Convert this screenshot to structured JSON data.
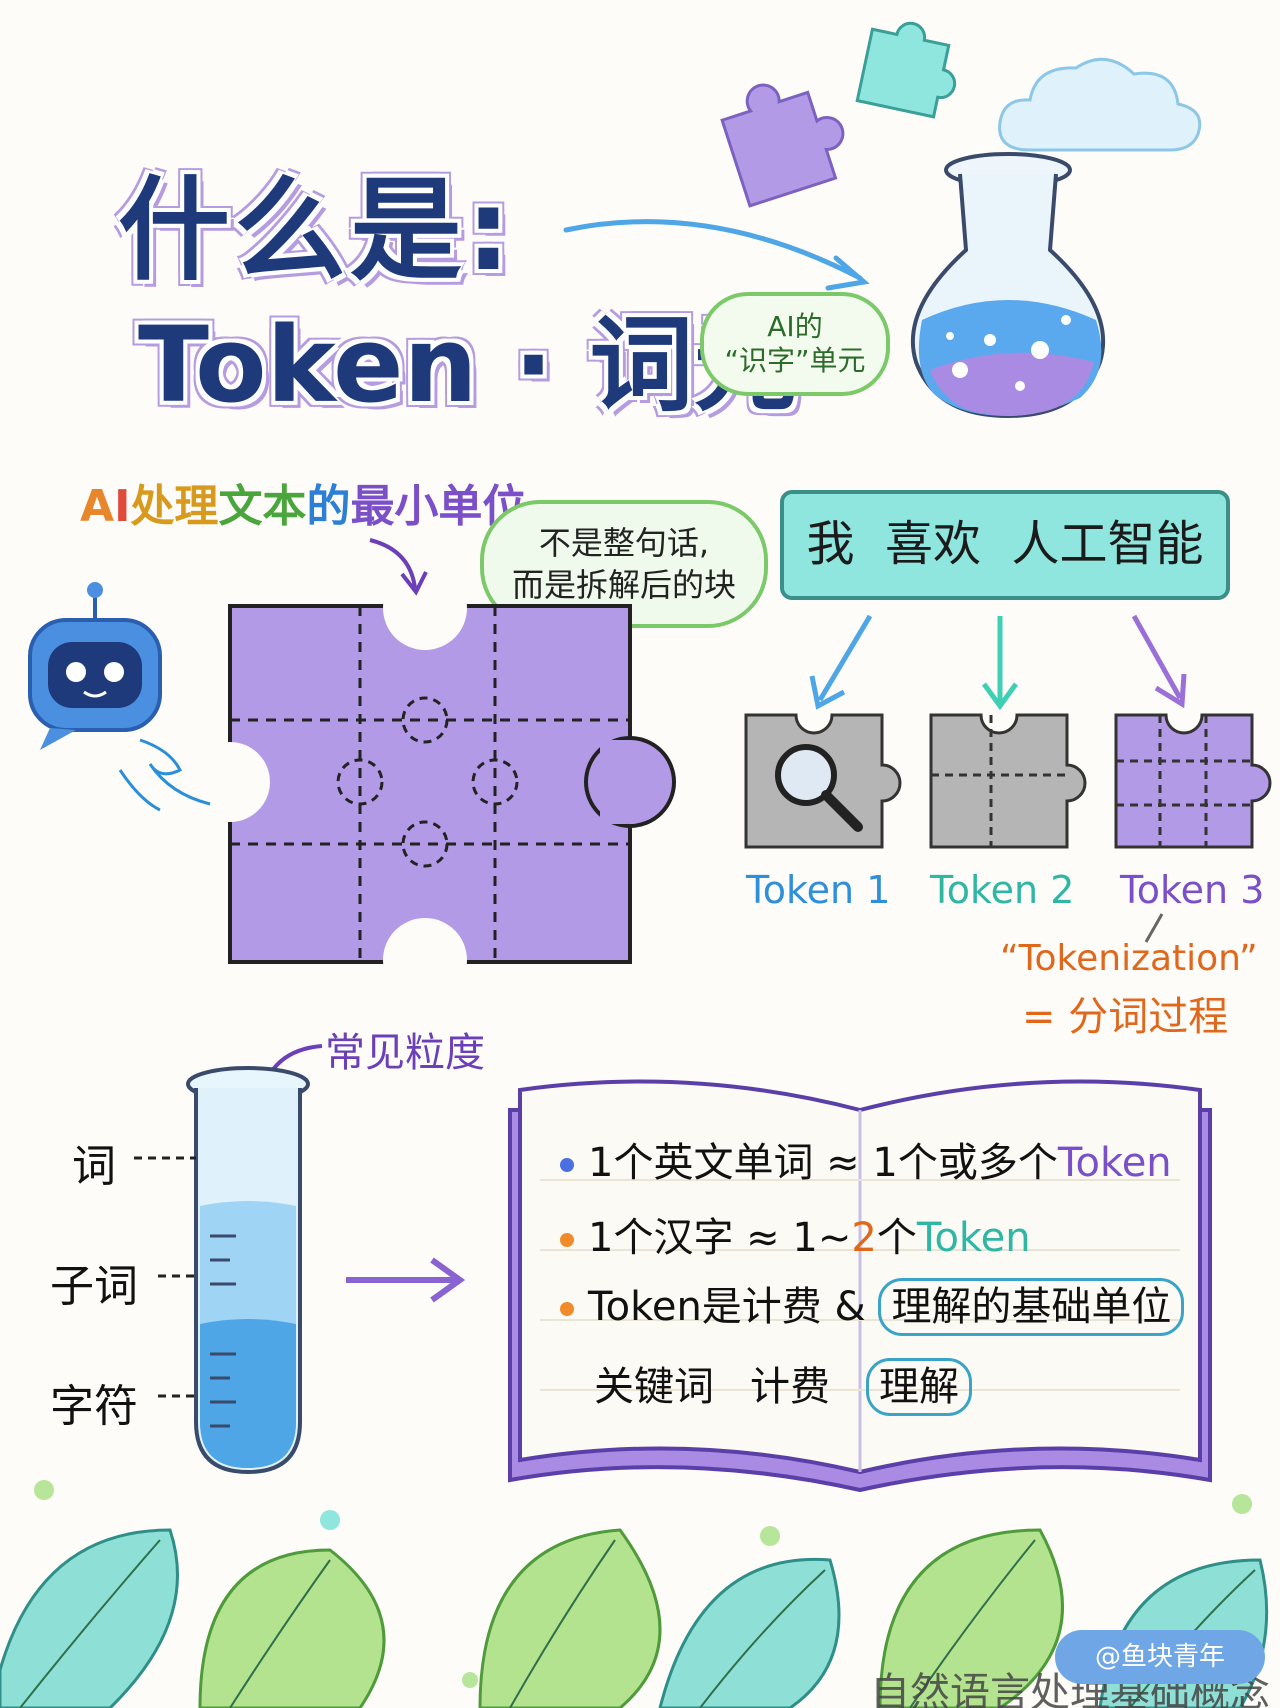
{
  "title": {
    "line1": "什么是:",
    "line2": "Token · 词元"
  },
  "badge_ai": {
    "line1": "AI的",
    "line2": "“识字”单元"
  },
  "min_unit": {
    "p1": "A",
    "p2": "I",
    "p3": "处理",
    "p4": "文本",
    "p5": "的",
    "p6": "最小单位"
  },
  "bubble_not_sentence": {
    "line1": "不是整句话,",
    "line2": "而是拆解后的块"
  },
  "sentence": "我  喜欢  人工智能",
  "tokens": [
    {
      "label": "Token 1",
      "color": "#2f8fd8"
    },
    {
      "label": "Token 2",
      "color": "#2fb7a4"
    },
    {
      "label": "Token 3",
      "color": "#7a4fc8"
    }
  ],
  "tokenization": {
    "quote": "“Tokenization”",
    "meaning": "= 分词过程"
  },
  "granularity": {
    "title": "常见粒度",
    "levels": [
      "词",
      "子词",
      "字符"
    ]
  },
  "book": {
    "line1": {
      "a": "1个英文单词 ≈ 1个或多个",
      "b": "Token"
    },
    "line2": {
      "a": "1个汉字 ≈ 1~",
      "b": "2",
      "c": "个",
      "d": "Token"
    },
    "line3": {
      "a": "Token是计费 & ",
      "b": "理解的基础单位"
    },
    "line4": {
      "a": "关键词",
      "b": "计费",
      "c": "理解"
    }
  },
  "watermark": {
    "tag": "@鱼块青年",
    "text": "自然语言处理基础概念"
  },
  "colors": {
    "purple": "#b39ae6",
    "navy": "#1e3a7a",
    "teal": "#8fe6df",
    "green": "#7cc96a"
  }
}
